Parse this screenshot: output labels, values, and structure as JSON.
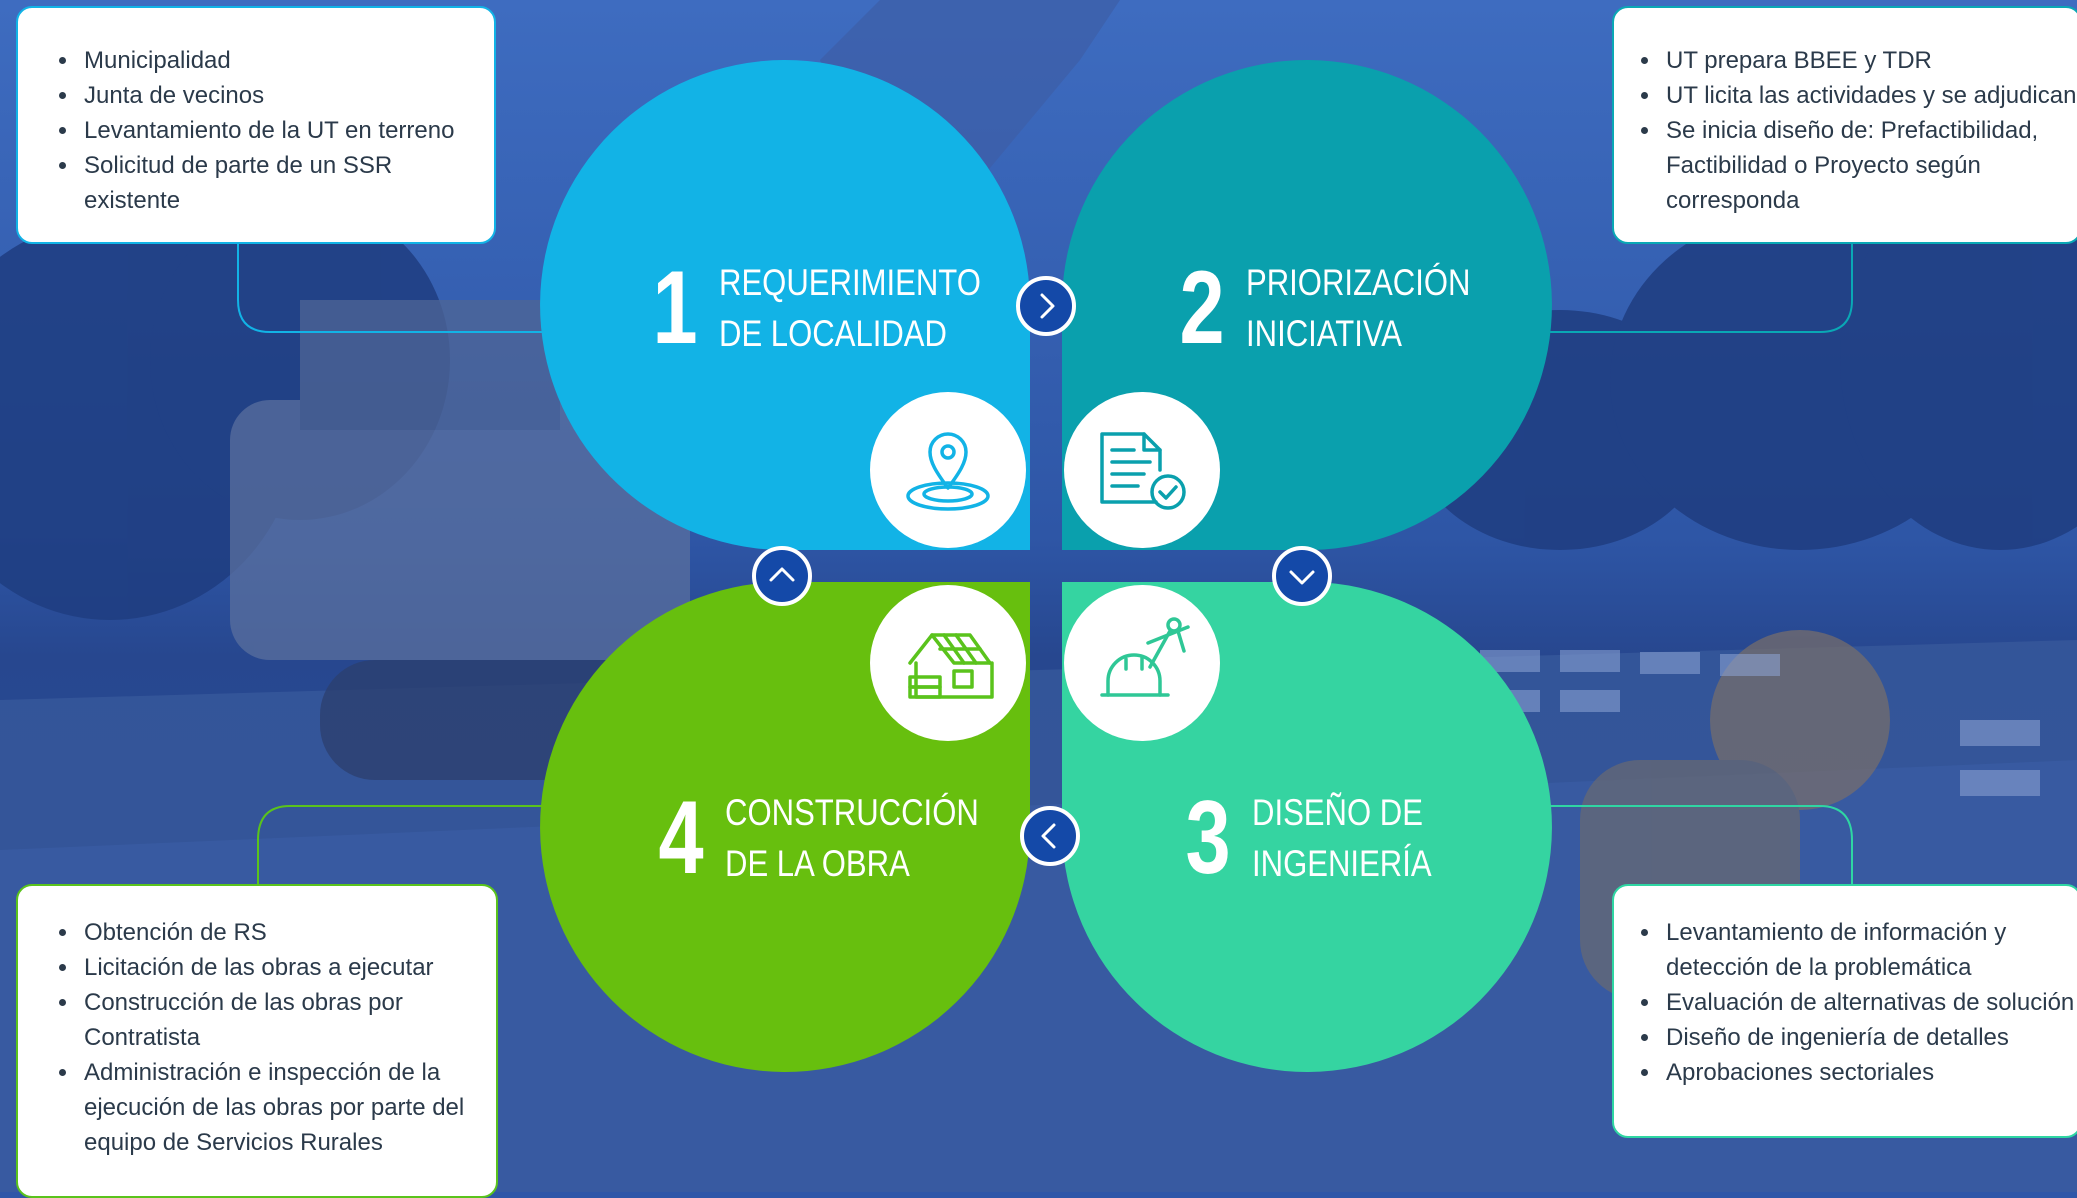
{
  "colors": {
    "stage1": "#12b3e6",
    "stage2": "#0aa0ad",
    "stage3": "#35d4a1",
    "stage4": "#67bf0e",
    "arrow": "#1449a8",
    "overlay": "#2f56a8"
  },
  "stages": [
    {
      "number": "1",
      "title_line1": "REQUERIMIENTO",
      "title_line2": "DE LOCALIDAD",
      "icon": "location-pin-icon",
      "items": [
        "Municipalidad",
        "Junta de vecinos",
        "Levantamiento de la UT en terreno",
        "Solicitud de parte de un SSR existente"
      ]
    },
    {
      "number": "2",
      "title_line1": "PRIORIZACIÓN",
      "title_line2": "INICIATIVA",
      "icon": "document-check-icon",
      "items": [
        "UT prepara BBEE y TDR",
        "UT licita las actividades y se adjudican",
        "Se inicia diseño de: Prefactibilidad, Factibilidad o Proyecto según corresponda"
      ]
    },
    {
      "number": "3",
      "title_line1": "DISEÑO DE",
      "title_line2": "INGENIERÍA",
      "icon": "engineering-design-icon",
      "items": [
        "Levantamiento de información y detección de la problemática",
        "Evaluación de alternativas de solución",
        "Diseño de ingeniería de detalles",
        "Aprobaciones sectoriales"
      ]
    },
    {
      "number": "4",
      "title_line1": "CONSTRUCCIÓN",
      "title_line2": "DE LA OBRA",
      "icon": "house-construction-icon",
      "items": [
        "Obtención de RS",
        "Licitación de las obras a ejecutar",
        "Construcción de las obras por Contratista",
        "Administración e inspección de la ejecución de las obras por parte del equipo de Servicios Rurales"
      ]
    }
  ],
  "arrows": [
    "chevron-right-icon",
    "chevron-down-icon",
    "chevron-left-icon",
    "chevron-up-icon"
  ]
}
